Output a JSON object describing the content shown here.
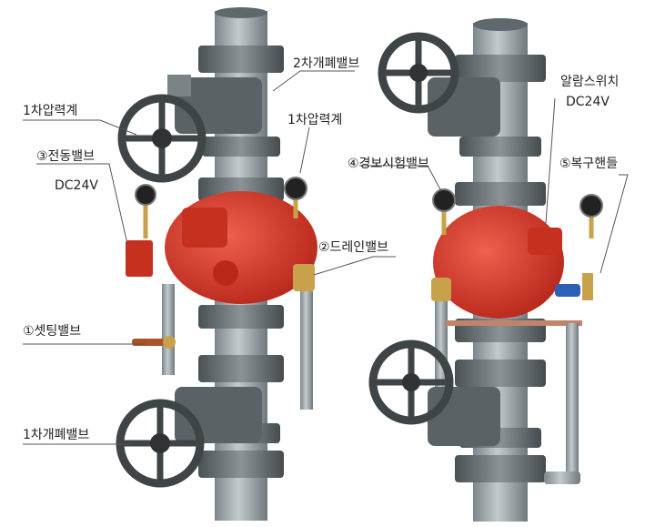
{
  "labels": {
    "second_gate_valve": "2차개폐밸브",
    "primary_gauge_left": "1차압력계",
    "primary_gauge_center": "1차압력계",
    "solenoid_valve": "③전동밸브",
    "solenoid_voltage": "DC24V",
    "drain_valve": "②드레인밸브",
    "setting_valve": "①셋팅밸브",
    "first_gate_valve": "1차개폐밸브",
    "alarm_switch": "알람스위치",
    "alarm_voltage": "DC24V",
    "alarm_test_valve": "④경보시험밸브",
    "reset_handle": "⑤복구핸들"
  },
  "colors": {
    "valve_red": "#d9392b",
    "pipe_gray": "#9aa3a8",
    "flange_dark": "#5b6266",
    "handwheel": "#4a4f52",
    "brass": "#c8a24a",
    "leader_line": "#555555"
  }
}
